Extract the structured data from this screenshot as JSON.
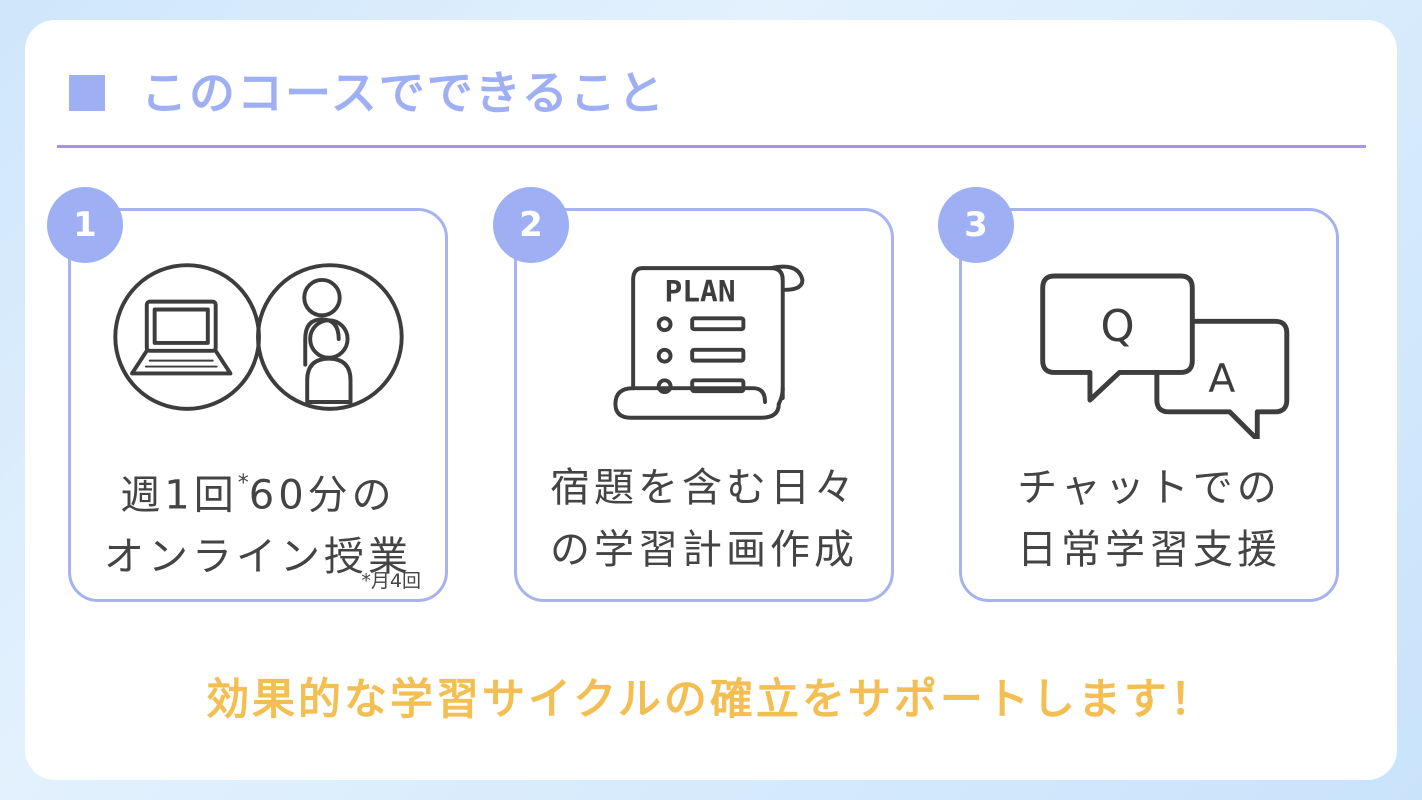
{
  "heading": {
    "title": "このコースでできること"
  },
  "cards": [
    {
      "number": "1",
      "line1_a": "週1回",
      "line1_mark": "*",
      "line1_b": "60分の",
      "line2": "オンライン授業",
      "footnote": "*月4回",
      "icon": "laptop-and-people-icon"
    },
    {
      "number": "2",
      "line1": "宿題を含む日々",
      "line2": "の学習計画作成",
      "plan_label": "PLAN",
      "icon": "plan-scroll-icon"
    },
    {
      "number": "3",
      "line1": "チャットでの",
      "line2": "日常学習支援",
      "q_label": "Q",
      "a_label": "A",
      "icon": "qa-chat-bubbles-icon"
    }
  ],
  "tagline": "効果的な学習サイクルの確立をサポートします！",
  "colors": {
    "accent_blue": "#9eb0f3",
    "divider_purple": "#a792ef",
    "card_border": "#a6b3ee",
    "tagline_orange": "#f3be52",
    "icon_stroke": "#3d3d3d"
  }
}
